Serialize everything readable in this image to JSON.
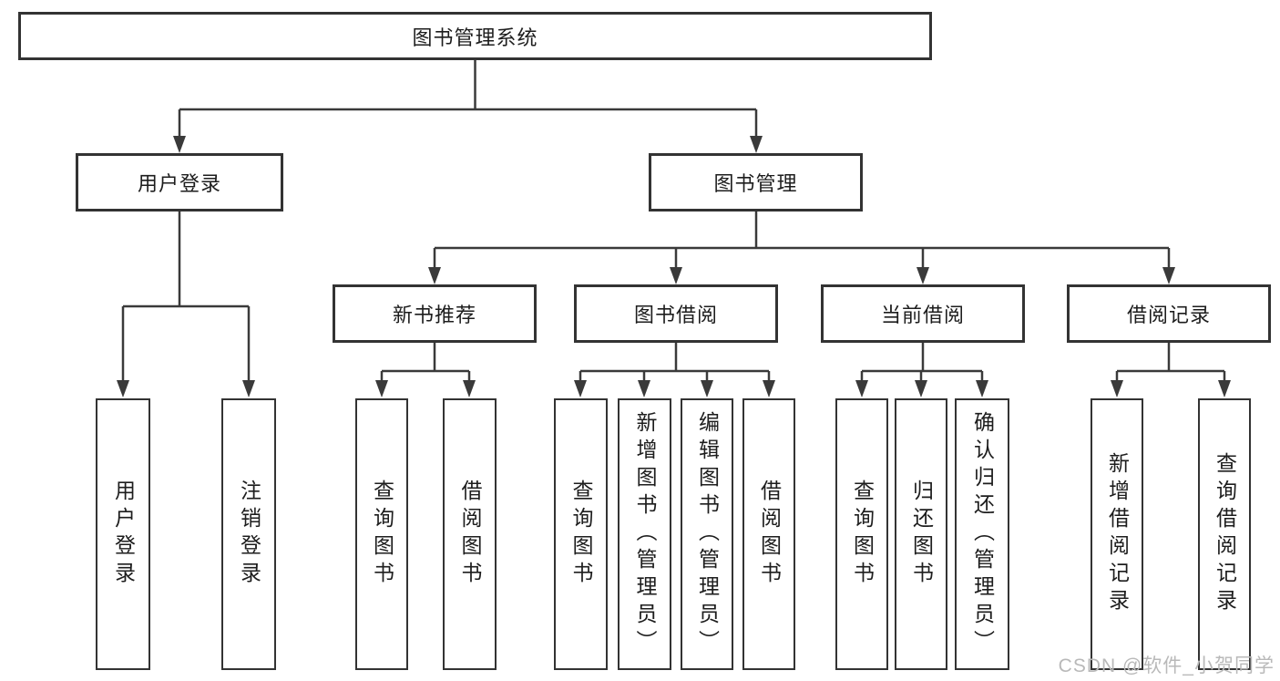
{
  "diagram": {
    "root": {
      "label": "图书管理系统"
    },
    "level2": [
      {
        "id": "user-login",
        "label": "用户登录"
      },
      {
        "id": "book-management",
        "label": "图书管理"
      }
    ],
    "level3": [
      {
        "id": "new-book-recommend",
        "label": "新书推荐",
        "parent": "图书管理"
      },
      {
        "id": "book-borrowing",
        "label": "图书借阅",
        "parent": "图书管理"
      },
      {
        "id": "current-borrowing",
        "label": "当前借阅",
        "parent": "图书管理"
      },
      {
        "id": "borrowing-records",
        "label": "借阅记录",
        "parent": "图书管理"
      }
    ],
    "leaves": [
      {
        "parent": "用户登录",
        "label": "用户登录"
      },
      {
        "parent": "用户登录",
        "label": "注销登录"
      },
      {
        "parent": "新书推荐",
        "label": "查询图书"
      },
      {
        "parent": "新书推荐",
        "label": "借阅图书"
      },
      {
        "parent": "图书借阅",
        "label": "查询图书"
      },
      {
        "parent": "图书借阅",
        "label": "新增图书（管理员）"
      },
      {
        "parent": "图书借阅",
        "label": "编辑图书（管理员）"
      },
      {
        "parent": "图书借阅",
        "label": "借阅图书"
      },
      {
        "parent": "当前借阅",
        "label": "查询图书"
      },
      {
        "parent": "当前借阅",
        "label": "归还图书"
      },
      {
        "parent": "当前借阅",
        "label": "确认归还（管理员）"
      },
      {
        "parent": "借阅记录",
        "label": "新增借阅记录"
      },
      {
        "parent": "借阅记录",
        "label": "查询借阅记录"
      }
    ]
  },
  "watermark": {
    "text": "CSDN @软件_小贺同学",
    "color": "#b9b9b9"
  },
  "colors": {
    "line": "#3a3a3a",
    "box_border": "#333333",
    "box_fill": "#ffffff",
    "text": "#1d1d1d"
  }
}
